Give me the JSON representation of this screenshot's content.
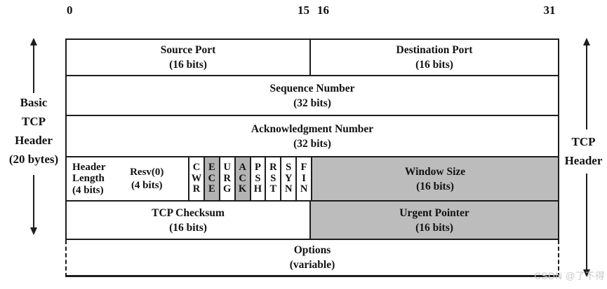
{
  "bits": {
    "b0": "0",
    "b15": "15",
    "b16": "16",
    "b31": "31"
  },
  "left_label": {
    "l1": "Basic",
    "l2": "TCP",
    "l3": "Header",
    "l4": "(20 bytes)"
  },
  "right_label": {
    "l1": "TCP",
    "l2": "Header"
  },
  "fields": {
    "source_port": {
      "title": "Source Port",
      "size": "(16 bits)"
    },
    "destination_port": {
      "title": "Destination Port",
      "size": "(16 bits)"
    },
    "sequence_number": {
      "title": "Sequence Number",
      "size": "(32 bits)"
    },
    "acknowledgment_number": {
      "title": "Acknowledgment Number",
      "size": "(32 bits)"
    },
    "header_length": {
      "l1": "Header",
      "l2": "Length",
      "size": "(4 bits)"
    },
    "reserved": {
      "title": "Resv(0)",
      "size": "(4 bits)"
    },
    "window_size": {
      "title": "Window Size",
      "size": "(16 bits)",
      "shaded": true
    },
    "tcp_checksum": {
      "title": "TCP Checksum",
      "size": "(16 bits)"
    },
    "urgent_pointer": {
      "title": "Urgent Pointer",
      "size": "(16 bits)",
      "shaded": true
    },
    "options": {
      "title": "Options",
      "size": "(variable)"
    }
  },
  "flags": [
    {
      "name": "CWR",
      "letters": [
        "C",
        "W",
        "R"
      ],
      "shaded": false
    },
    {
      "name": "ECE",
      "letters": [
        "E",
        "C",
        "E"
      ],
      "shaded": true
    },
    {
      "name": "URG",
      "letters": [
        "U",
        "R",
        "G"
      ],
      "shaded": false
    },
    {
      "name": "ACK",
      "letters": [
        "A",
        "C",
        "K"
      ],
      "shaded": true
    },
    {
      "name": "PSH",
      "letters": [
        "P",
        "S",
        "H"
      ],
      "shaded": false
    },
    {
      "name": "RST",
      "letters": [
        "R",
        "S",
        "T"
      ],
      "shaded": false
    },
    {
      "name": "SYN",
      "letters": [
        "S",
        "Y",
        "N"
      ],
      "shaded": false
    },
    {
      "name": "FIN",
      "letters": [
        "F",
        "I",
        "N"
      ],
      "shaded": false
    }
  ],
  "colors": {
    "shaded_cell": "#bcbcbc",
    "shaded_flag": "#b3b3b3",
    "border": "#1d1d1d",
    "watermark": "#c9c9c9"
  },
  "watermark": "CSDN @了不得"
}
